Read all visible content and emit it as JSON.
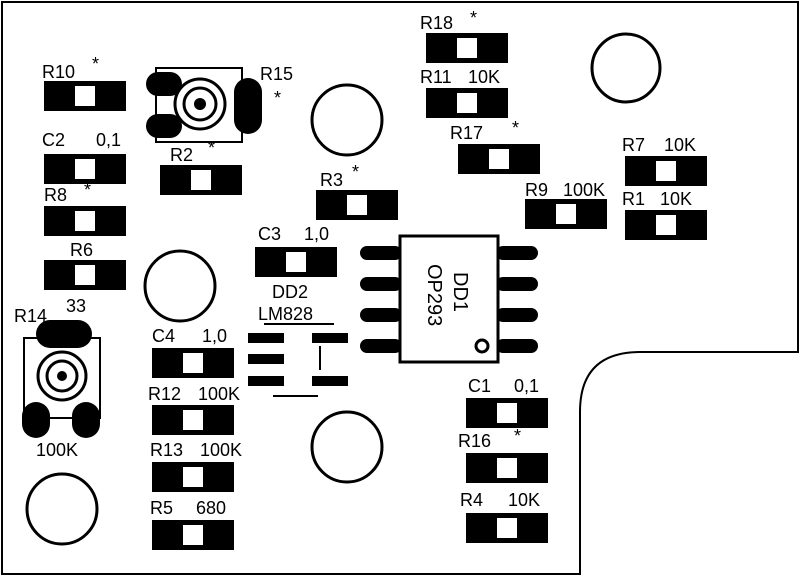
{
  "labels": {
    "r18": "R18",
    "r11": "R11",
    "r11_value": "10K",
    "r17": "R17",
    "r9": "R9",
    "r9_value": "100K",
    "r7": "R7",
    "r7_value": "10K",
    "r1": "R1",
    "r1_value": "10K",
    "r10": "R10",
    "r15": "R15",
    "c2": "C2",
    "c2_value": "0,1",
    "r2": "R2",
    "r8": "R8",
    "r3": "R3",
    "r6": "R6",
    "c3": "C3",
    "c3_value": "1,0",
    "dd2": "DD2",
    "dd2_part": "LM828",
    "dd1": "DD1",
    "dd1_part": "OP293",
    "r14": "R14",
    "r14_value_top": "33",
    "r14_value_bottom": "100K",
    "c4": "C4",
    "c4_value": "1,0",
    "r12": "R12",
    "r12_value": "100K",
    "r13": "R13",
    "r13_value": "100K",
    "r5": "R5",
    "r5_value": "680",
    "c1": "C1",
    "c1_value": "0,1",
    "r16": "R16",
    "r4": "R4",
    "r4_value": "10K",
    "star": "*"
  }
}
